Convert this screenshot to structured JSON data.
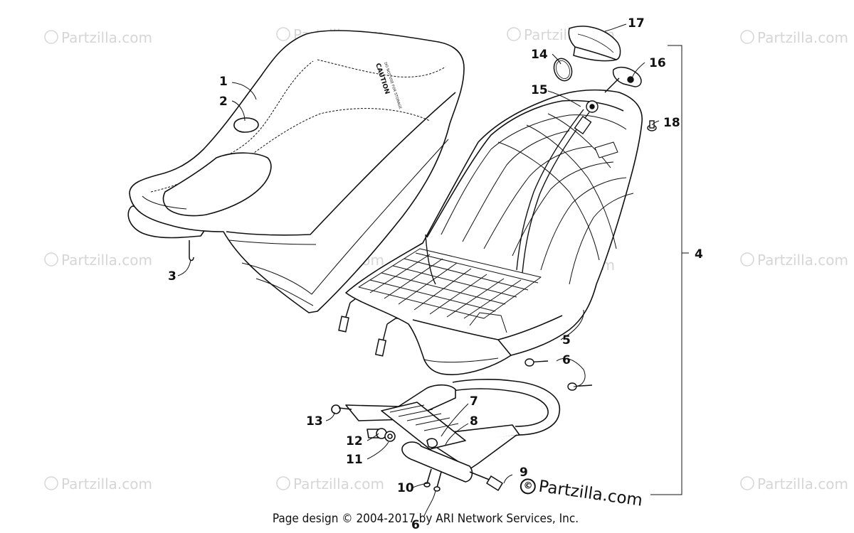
{
  "diagram": {
    "watermark_text": "Partzilla.com",
    "watermark_symbol": "©",
    "footer": "Page design © 2004-2017 by ARI Network Services, Inc.",
    "brand_symbol": "©",
    "brand_text": "Partzilla.com",
    "seat_label": "CAUTION",
    "callouts": [
      "1",
      "2",
      "3",
      "4",
      "5",
      "6",
      "6",
      "7",
      "8",
      "9",
      "10",
      "11",
      "12",
      "13",
      "14",
      "15",
      "16",
      "17",
      "18"
    ]
  }
}
